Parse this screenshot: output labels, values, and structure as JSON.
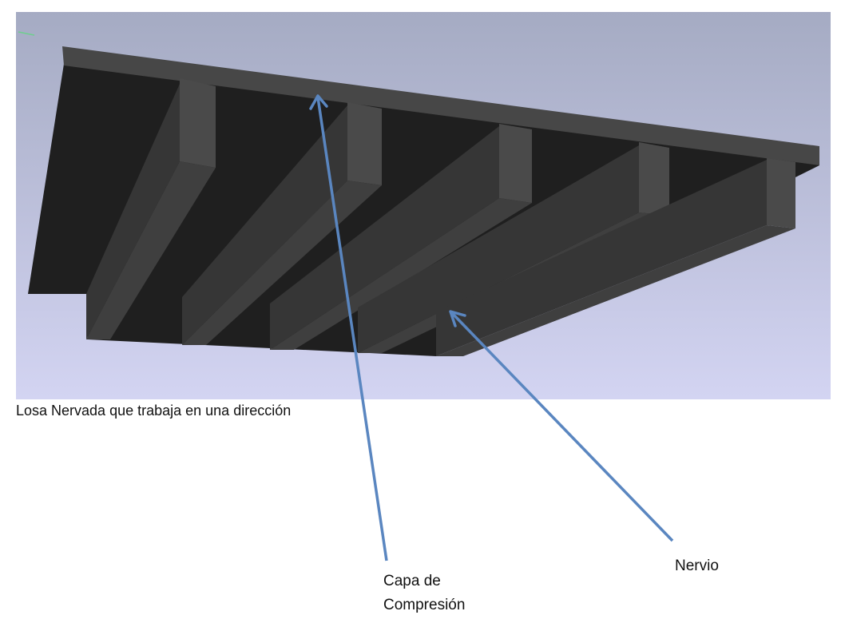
{
  "caption": "Losa Nervada que trabaja en una dirección",
  "labels": {
    "compression_layer": "Capa de Compresión",
    "rib": "Nervio"
  },
  "colors": {
    "background_top": "#a5abc3",
    "background_bottom": "#d3d4f2",
    "slab_dark": "#1f1f1f",
    "slab_face": "#3f3f3f",
    "slab_edge": "#4a4a4a",
    "arrow": "#5a86c0"
  }
}
